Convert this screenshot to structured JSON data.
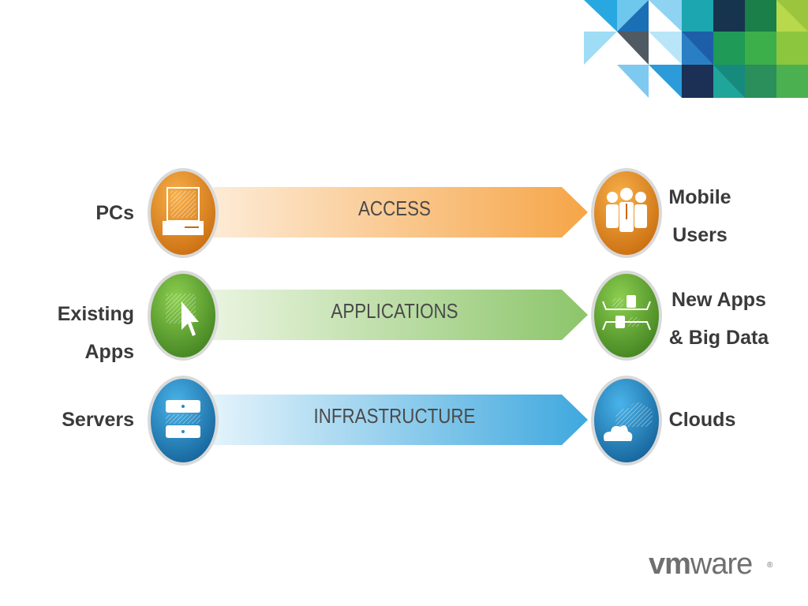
{
  "rows": [
    {
      "left_lines": [
        "PCs"
      ],
      "arrow_label": "ACCESS",
      "right_lines": [
        "Mobile",
        "Users"
      ],
      "color": "#e8891c"
    },
    {
      "left_lines": [
        "Existing",
        "Apps"
      ],
      "arrow_label": "APPLICATIONS",
      "right_lines": [
        "New Apps",
        "& Big Data"
      ],
      "color": "#5a9e2f"
    },
    {
      "left_lines": [
        "Servers"
      ],
      "arrow_label": "INFRASTRUCTURE",
      "right_lines": [
        "Clouds"
      ],
      "color": "#1f8ccc"
    }
  ],
  "icons": [
    "pc-icon",
    "users-icon",
    "app-cursor-icon",
    "new-apps-icon",
    "server-icon",
    "cloud-icon"
  ],
  "logo": {
    "text_light": "vm",
    "text_regular": "ware",
    "mark": "®"
  }
}
